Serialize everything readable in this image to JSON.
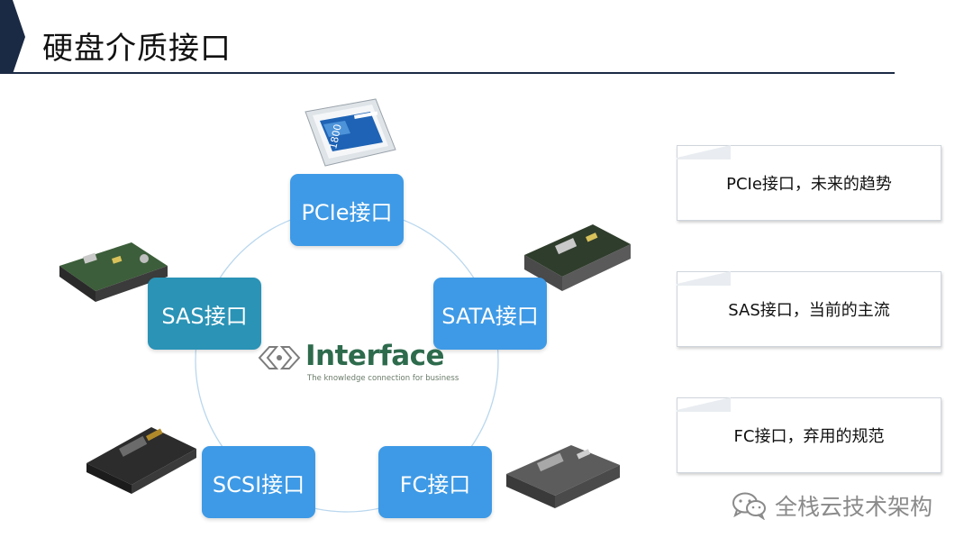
{
  "slide": {
    "title": "硬盘介质接口",
    "colors": {
      "title_bar": "#1b2a44",
      "node_blue": "#3e9ae6",
      "node_teal": "#2a93b6"
    }
  },
  "diagram": {
    "nodes": [
      {
        "id": "pcie",
        "label": "PCIe接口"
      },
      {
        "id": "sata",
        "label": "SATA接口"
      },
      {
        "id": "fc",
        "label": "FC接口"
      },
      {
        "id": "scsi",
        "label": "SCSI接口"
      },
      {
        "id": "sas",
        "label": "SAS接口"
      }
    ],
    "logo": {
      "word": "Interface",
      "tagline": "The knowledge connection for business"
    },
    "ssd_label": "1800"
  },
  "callouts": [
    {
      "text": "PCIe接口，未来的趋势"
    },
    {
      "text": "SAS接口，当前的主流"
    },
    {
      "text": "FC接口，弃用的规范"
    }
  ],
  "watermark": {
    "text": "全栈云技术架构",
    "icon": "wechat-icon"
  }
}
